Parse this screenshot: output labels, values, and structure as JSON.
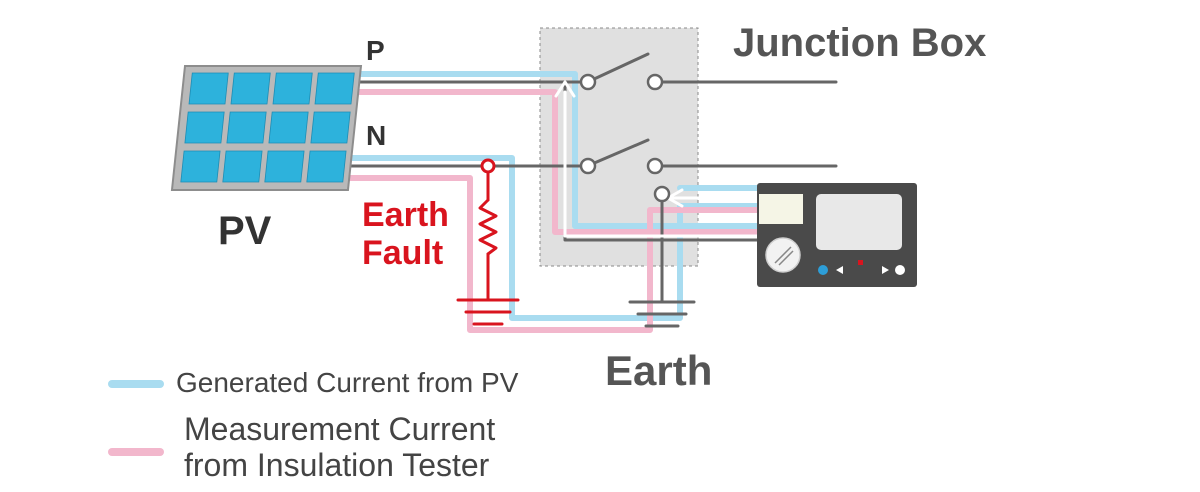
{
  "labels": {
    "pv": "PV",
    "p": "P",
    "n": "N",
    "junction_box": "Junction Box",
    "earth": "Earth",
    "earth_fault_line1": "Earth",
    "earth_fault_line2": "Fault"
  },
  "legend": {
    "generated": "Generated Current from PV",
    "measurement_line1": "Measurement Current",
    "measurement_line2": "from Insulation Tester"
  },
  "colors": {
    "generated": "#a9dcf0",
    "measurement": "#f2b7cc",
    "fault": "#d9141e",
    "wire": "#666666",
    "panel": "#2db2dc",
    "junction_box": "#e0e0e0",
    "tester": "#4a4a4a"
  }
}
